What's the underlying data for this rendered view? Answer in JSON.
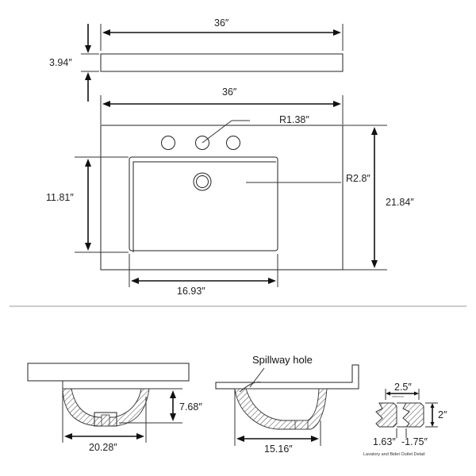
{
  "top_view": {
    "width_top": "36″",
    "thickness": "3.94″",
    "width_mid": "36″",
    "faucet_radius": "R1.38″",
    "basin_radius": "R2.8″",
    "basin_depth": "11.81″",
    "overall_depth": "21.84″",
    "basin_width": "16.93″"
  },
  "section_front": {
    "height": "7.68″",
    "width": "20.28″"
  },
  "section_side": {
    "callout": "Spillway hole",
    "width": "15.16″"
  },
  "outlet_detail": {
    "top": "2.5″",
    "height": "2″",
    "left": "1.63″",
    "right": "-1.75″",
    "caption": "Lavatory and Bidet Outlet Detail",
    "small_note": "reference"
  },
  "colors": {
    "line": "#222222",
    "background": "#ffffff"
  }
}
